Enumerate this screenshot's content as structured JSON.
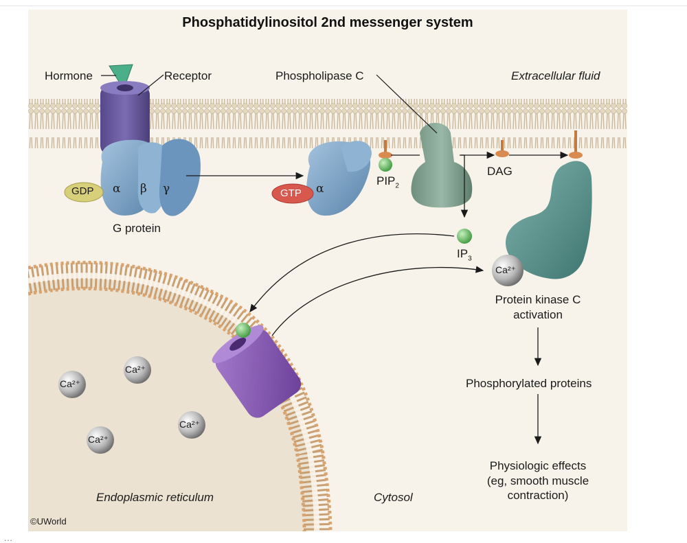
{
  "title": "Phosphatidylinositol 2nd messenger system",
  "labels": {
    "hormone": "Hormone",
    "receptor": "Receptor",
    "phospholipase_c": "Phospholipase C",
    "extracellular_fluid": "Extracellular fluid",
    "gdp": "GDP",
    "alpha": "α",
    "beta": "β",
    "gamma": "γ",
    "gtp": "GTP",
    "alpha2": "α",
    "g_protein": "G protein",
    "pip": "PIP",
    "pip_sub": "2",
    "dag": "DAG",
    "ip": "IP",
    "ip_sub": "3",
    "ca_pkc": "Ca²⁺",
    "pkc_line1": "Protein kinase C",
    "pkc_line2": "activation",
    "phosphorylated_proteins": "Phosphorylated proteins",
    "phys_line1": "Physiologic effects",
    "phys_line2": "(eg, smooth muscle",
    "phys_line3": "contraction)",
    "er": "Endoplasmic reticulum",
    "cytosol": "Cytosol",
    "copyright": "©UWorld",
    "ca1": "Ca²⁺",
    "ca2": "Ca²⁺",
    "ca3": "Ca²⁺",
    "ca4": "Ca²⁺"
  },
  "caption": "...",
  "colors": {
    "background": "#f8f3ea",
    "membrane_head": "#d9cdb4",
    "membrane_tail": "#c9a57c",
    "er_membrane": "#c9a57c",
    "receptor": "#6b5a9e",
    "g_protein": "#7fa3c4",
    "gdp": "#d8cf7a",
    "gtp": "#d9584e",
    "plc": "#7f9e8e",
    "pkc": "#5a8f8a",
    "calcium_channel": "#8a5cb8",
    "ip3": "#6bbd6b",
    "hormone": "#4bb08a",
    "pip2_head": "#d98a4e"
  }
}
